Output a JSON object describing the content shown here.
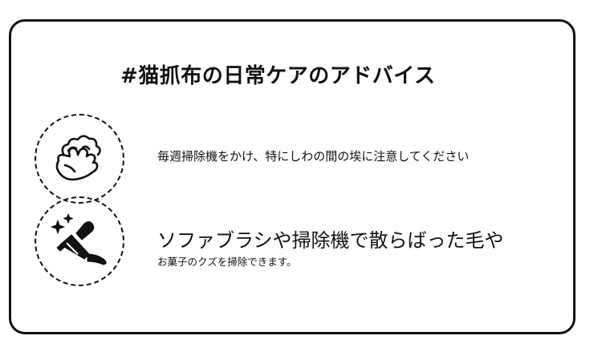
{
  "title": "#猫抓布の日常ケアのアドバイス",
  "tips": [
    {
      "icon": "hand-wash-icon",
      "text": "毎週掃除機をかけ、特にしわの間の埃に注意してください"
    },
    {
      "icon": "vacuum-cleaner-icon",
      "heading": "ソファブラシや掃除機で散らばった毛や",
      "subtext": "お菓子のクズを掃除できます。"
    }
  ]
}
